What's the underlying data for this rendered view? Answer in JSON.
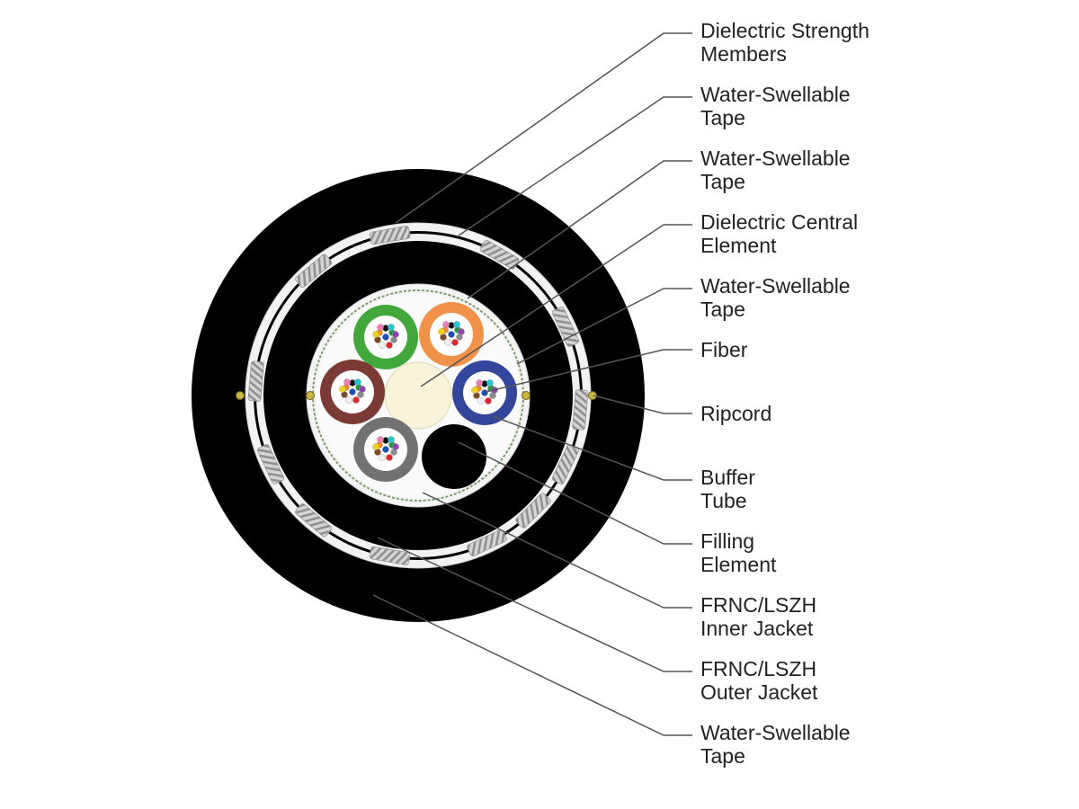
{
  "colors": {
    "outer_jacket": "#000000",
    "tape": "#f4f4f4",
    "strength_member": "#b9b9b9",
    "ripcord": "#c9b640",
    "central_element": "#f7f4da",
    "leader_line": "#555555"
  },
  "buffer_tubes": [
    {
      "name": "green-tube",
      "color": "#43a83b"
    },
    {
      "name": "orange-tube",
      "color": "#f1924a"
    },
    {
      "name": "brown-tube",
      "color": "#7b3a36"
    },
    {
      "name": "blue-tube",
      "color": "#34459c"
    },
    {
      "name": "gray-tube",
      "color": "#727272"
    }
  ],
  "fiber_colors": [
    "#1f4fb3",
    "#f08a24",
    "#1d9a3a",
    "#7a4a2a",
    "#8c8c8c",
    "#f0f0f0",
    "#e0262b",
    "#111111",
    "#f2d21b",
    "#8e44ad",
    "#f07cb6",
    "#27c4d8"
  ],
  "labels": [
    {
      "name": "label-dielectric-strength-members",
      "line1": "Dielectric Strength",
      "line2": "Members"
    },
    {
      "name": "label-water-swellable-tape-1",
      "line1": "Water-Swellable",
      "line2": "Tape"
    },
    {
      "name": "label-water-swellable-tape-2",
      "line1": "Water-Swellable",
      "line2": "Tape"
    },
    {
      "name": "label-dielectric-central-element",
      "line1": "Dielectric Central",
      "line2": "Element"
    },
    {
      "name": "label-water-swellable-tape-3",
      "line1": "Water-Swellable",
      "line2": "Tape"
    },
    {
      "name": "label-fiber",
      "line1": "Fiber",
      "line2": ""
    },
    {
      "name": "label-ripcord",
      "line1": "Ripcord",
      "line2": ""
    },
    {
      "name": "label-buffer-tube",
      "line1": "Buffer",
      "line2": "Tube"
    },
    {
      "name": "label-filling-element",
      "line1": "Filling",
      "line2": "Element"
    },
    {
      "name": "label-inner-jacket",
      "line1": "FRNC/LSZH",
      "line2": "Inner Jacket"
    },
    {
      "name": "label-outer-jacket",
      "line1": "FRNC/LSZH",
      "line2": "Outer Jacket"
    },
    {
      "name": "label-water-swellable-tape-4",
      "line1": "Water-Swellable",
      "line2": "Tape"
    }
  ]
}
